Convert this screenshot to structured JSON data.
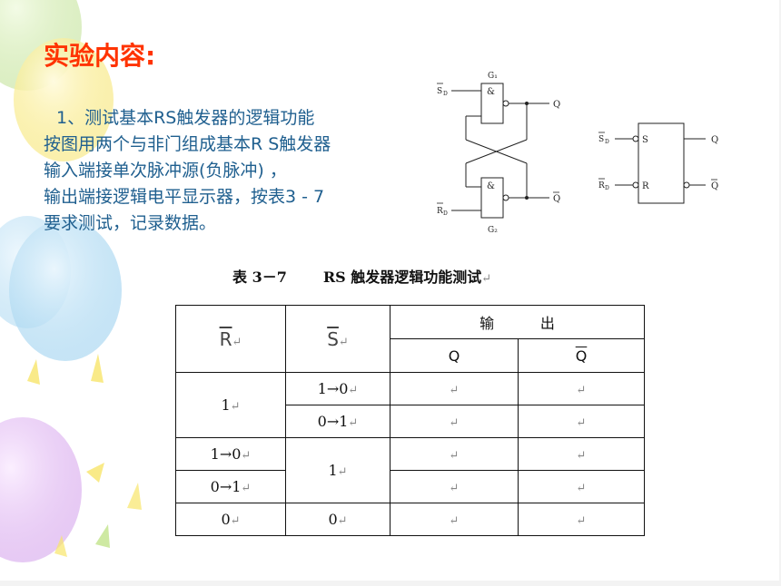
{
  "title": "实验内容:",
  "body": {
    "line1": "1、测试基本RS触发器的逻辑功能",
    "line2": "按图用两个与非门组成基本R S触发器",
    "line3": "输入端接单次脉冲源(负脉冲) ，",
    "line4": "输出端接逻辑电平显示器，按表3 - 7",
    "line5": "要求测试，记录数据。"
  },
  "circuit1": {
    "g1": "G₁",
    "g2": "G₂",
    "amp": "&",
    "sd": "S",
    "sd_sub": "D",
    "rd": "R",
    "rd_sub": "D",
    "q": "Q",
    "qbar": "Q"
  },
  "circuit2": {
    "sd": "S",
    "sd_sub": "D",
    "rd": "R",
    "rd_sub": "D",
    "s": "S",
    "r": "R",
    "q": "Q",
    "qbar": "Q"
  },
  "caption": {
    "label": "表 3－7",
    "text": "RS 触发器逻辑功能测试",
    "mark": "↵"
  },
  "table": {
    "head_r": "R",
    "head_s": "S",
    "head_output": "输          出",
    "head_q": "Q",
    "head_qbar": "Q",
    "mark": "↵",
    "rows": [
      {
        "r": "1",
        "s": "1→0"
      },
      {
        "s": "0→1"
      },
      {
        "r": "1→0",
        "s": "1"
      },
      {
        "r": "0→1"
      },
      {
        "r": "0",
        "s": "0"
      }
    ]
  },
  "colors": {
    "title": "#ff3300",
    "body_text": "#1f5f8f"
  }
}
